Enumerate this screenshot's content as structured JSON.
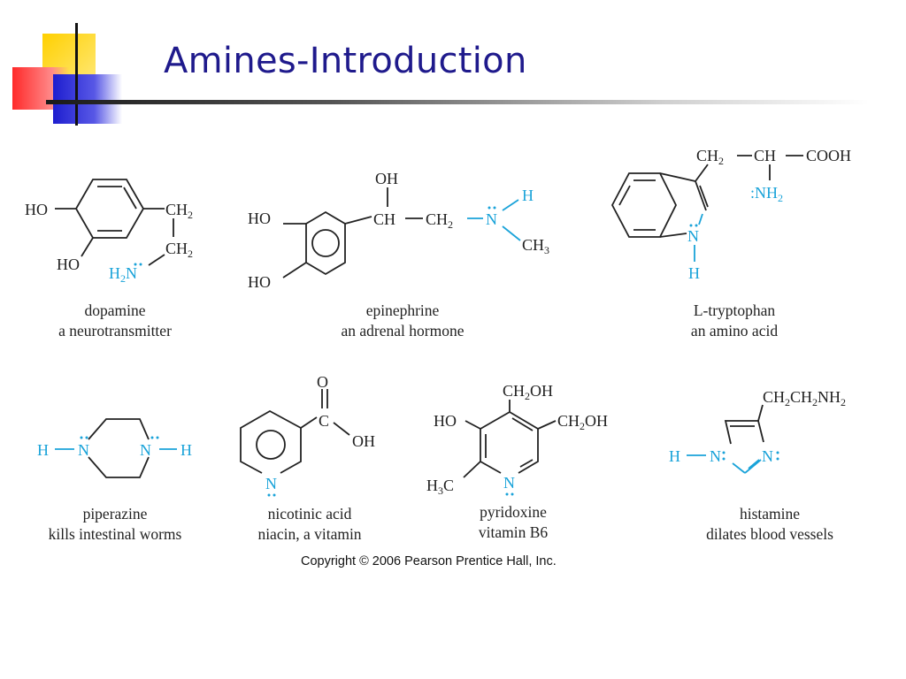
{
  "slide": {
    "title": "Amines-Introduction",
    "copyright": "Copyright © 2006 Pearson Prentice Hall, Inc."
  },
  "colors": {
    "title": "#1f1a8c",
    "amine_nitrogen": "#1aa3d9",
    "deco_yellow": "#ffd700",
    "deco_red": "#ff3b3b",
    "deco_blue": "#2b2bd6"
  },
  "molecules": {
    "dopamine": {
      "name": "dopamine",
      "description": "a neurotransmitter",
      "labels": {
        "ho1": "HO",
        "ho2": "HO",
        "ch2a": "CH2",
        "ch2b": "CH2",
        "amine": "H2N"
      }
    },
    "epinephrine": {
      "name": "epinephrine",
      "description": "an adrenal hormone",
      "labels": {
        "oh": "OH",
        "ho1": "HO",
        "ho2": "HO",
        "ch": "CH",
        "ch2": "CH2",
        "n": "N",
        "h": "H",
        "ch3": "CH3"
      }
    },
    "tryptophan": {
      "name": "L-tryptophan",
      "description": "an amino acid",
      "labels": {
        "ch2": "CH2",
        "ch": "CH",
        "cooh": "COOH",
        "nh2": "NH2",
        "n": "N",
        "h": "H"
      }
    },
    "piperazine": {
      "name": "piperazine",
      "description": "kills intestinal worms",
      "labels": {
        "h_left": "H",
        "n_left": "N",
        "n_right": "N",
        "h_right": "H"
      }
    },
    "nicotinic_acid": {
      "name": "nicotinic acid",
      "description": "niacin, a vitamin",
      "labels": {
        "o": "O",
        "c": "C",
        "oh": "OH",
        "n": "N"
      }
    },
    "pyridoxine": {
      "name": "pyridoxine",
      "description": "vitamin B6",
      "labels": {
        "ch2oh_top": "CH2OH",
        "ho": "HO",
        "ch2oh_right": "CH2OH",
        "h3c": "H3C",
        "n": "N"
      }
    },
    "histamine": {
      "name": "histamine",
      "description": "dilates blood vessels",
      "labels": {
        "side_chain": "CH2CH2NH2",
        "h": "H",
        "n1": "N",
        "n3": "N"
      }
    }
  }
}
